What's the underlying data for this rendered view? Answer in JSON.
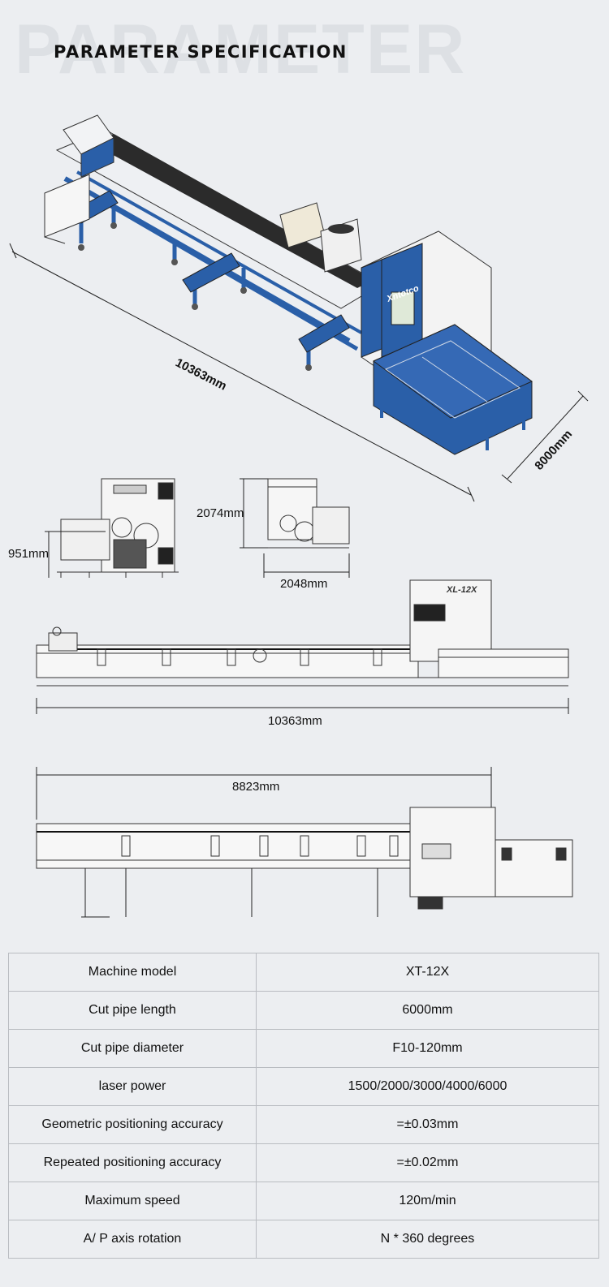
{
  "header": {
    "background_word": "PARAMETER",
    "title": "PARAMETER SPECIFICATION"
  },
  "brand": {
    "logo_text": "Xntotco"
  },
  "machine_label": "XL-12X",
  "dimensions": {
    "iso_length": "10363mm",
    "iso_width": "8000mm",
    "side_height": "951mm",
    "front_height": "2074mm",
    "front_width": "2048mm",
    "side_length": "10363mm",
    "top_length": "8823mm"
  },
  "specs": [
    {
      "label": "Machine model",
      "value": "XT-12X"
    },
    {
      "label": "Cut pipe length",
      "value": "6000mm"
    },
    {
      "label": "Cut pipe diameter",
      "value": "F10-120mm"
    },
    {
      "label": "laser power",
      "value": "1500/2000/3000/4000/6000"
    },
    {
      "label": "Geometric positioning accuracy",
      "value": "=±0.03mm"
    },
    {
      "label": "Repeated positioning accuracy",
      "value": "=±0.02mm"
    },
    {
      "label": "Maximum speed",
      "value": "120m/min"
    },
    {
      "label": "A/ P axis rotation",
      "value": "N * 360 degrees"
    }
  ],
  "colors": {
    "machine_blue": "#2a5fa8",
    "panel_white": "#f4f4f4",
    "line": "#333333"
  }
}
